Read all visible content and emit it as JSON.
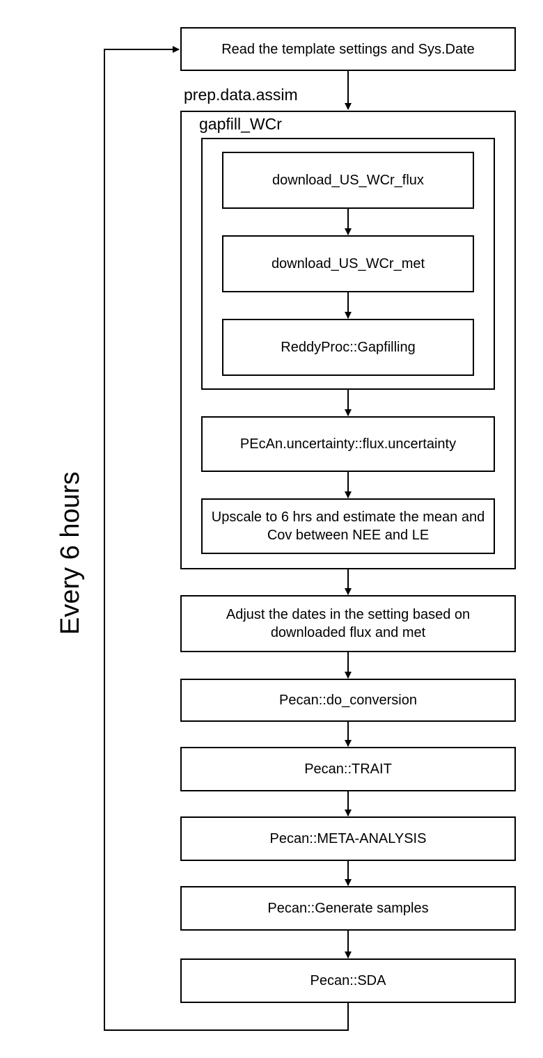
{
  "diagram": {
    "loop_label": "Every 6 hours",
    "container_labels": {
      "prep": "prep.data.assim",
      "gapfill": "gapfill_WCr"
    },
    "steps": {
      "read_settings": "Read the template settings and Sys.Date",
      "download_flux": "download_US_WCr_flux",
      "download_met": "download_US_WCr_met",
      "reddyproc": "ReddyProc::Gapfilling",
      "flux_uncertainty": "PEcAn.uncertainty::flux.uncertainty",
      "upscale": "Upscale to 6 hrs and estimate the mean and Cov between NEE and LE",
      "adjust_dates": "Adjust the dates in the setting based on downloaded flux and met",
      "do_conversion": "Pecan::do_conversion",
      "trait": "Pecan::TRAIT",
      "meta_analysis": "Pecan::META-ANALYSIS",
      "generate_samples": "Pecan::Generate samples",
      "sda": "Pecan::SDA"
    }
  }
}
